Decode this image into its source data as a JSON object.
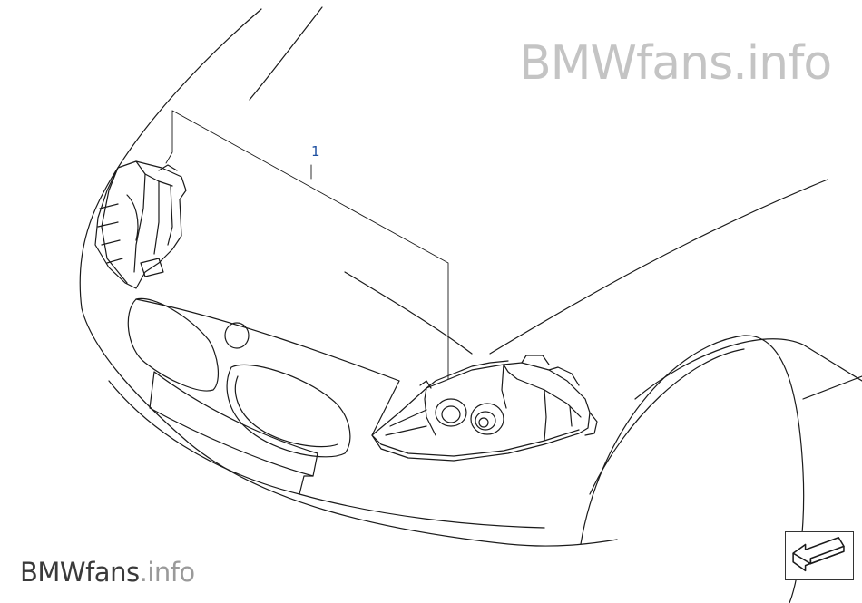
{
  "watermark": {
    "brand": "BMWfans",
    "suffix": ".info"
  },
  "diagram": {
    "part_number": "1"
  },
  "navigation": {
    "icon": "return-arrow-icon"
  }
}
